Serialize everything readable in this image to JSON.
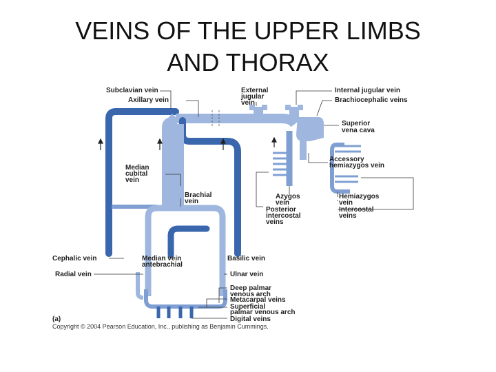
{
  "slide": {
    "title_line1": "VEINS OF THE UPPER LIMBS",
    "title_line2": "AND THORAX"
  },
  "diagram": {
    "colors": {
      "vein_dark": "#3a66ad",
      "vein_light": "#9fb7df",
      "vein_mid": "#7f9fd3",
      "label": "#222222"
    },
    "labels": {
      "subclavian": "Subclavian vein",
      "axillary": "Axillary vein",
      "ext_jugular_1": "External",
      "ext_jugular_2": "jugular",
      "ext_jugular_3": "vein",
      "int_jugular": "Internal jugular vein",
      "brachiocephalic": "Brachiocephalic veins",
      "svc_1": "Superior",
      "svc_2": "vena cava",
      "accessory_1": "Accessory",
      "accessory_2": "hemiazygos vein",
      "median_cubital_1": "Median",
      "median_cubital_2": "cubital",
      "median_cubital_3": "vein",
      "brachial_1": "Brachial",
      "brachial_2": "vein",
      "azygos_1": "Azygos",
      "azygos_2": "vein",
      "hemiazygos_1": "Hemiazygos",
      "hemiazygos_2": "vein",
      "post_intercostal_1": "Posterior",
      "post_intercostal_2": "intercostal",
      "post_intercostal_3": "veins",
      "intercostal_1": "Intercostal",
      "intercostal_2": "veins",
      "cephalic": "Cephalic vein",
      "median_ante_1": "Median vein",
      "median_ante_2": "antebrachial",
      "basilic": "Basilic vein",
      "radial": "Radial vein",
      "ulnar": "Ulnar vein",
      "deep_palmar_1": "Deep palmar",
      "deep_palmar_2": "venous arch",
      "metacarpal": "Metacarpal veins",
      "superficial_1": "Superficial",
      "superficial_2": "palmar venous arch",
      "digital": "Digital veins",
      "panel": "(a)",
      "copyright": "Copyright © 2004 Pearson Education, Inc., publishing as Benjamin Cummings."
    }
  }
}
